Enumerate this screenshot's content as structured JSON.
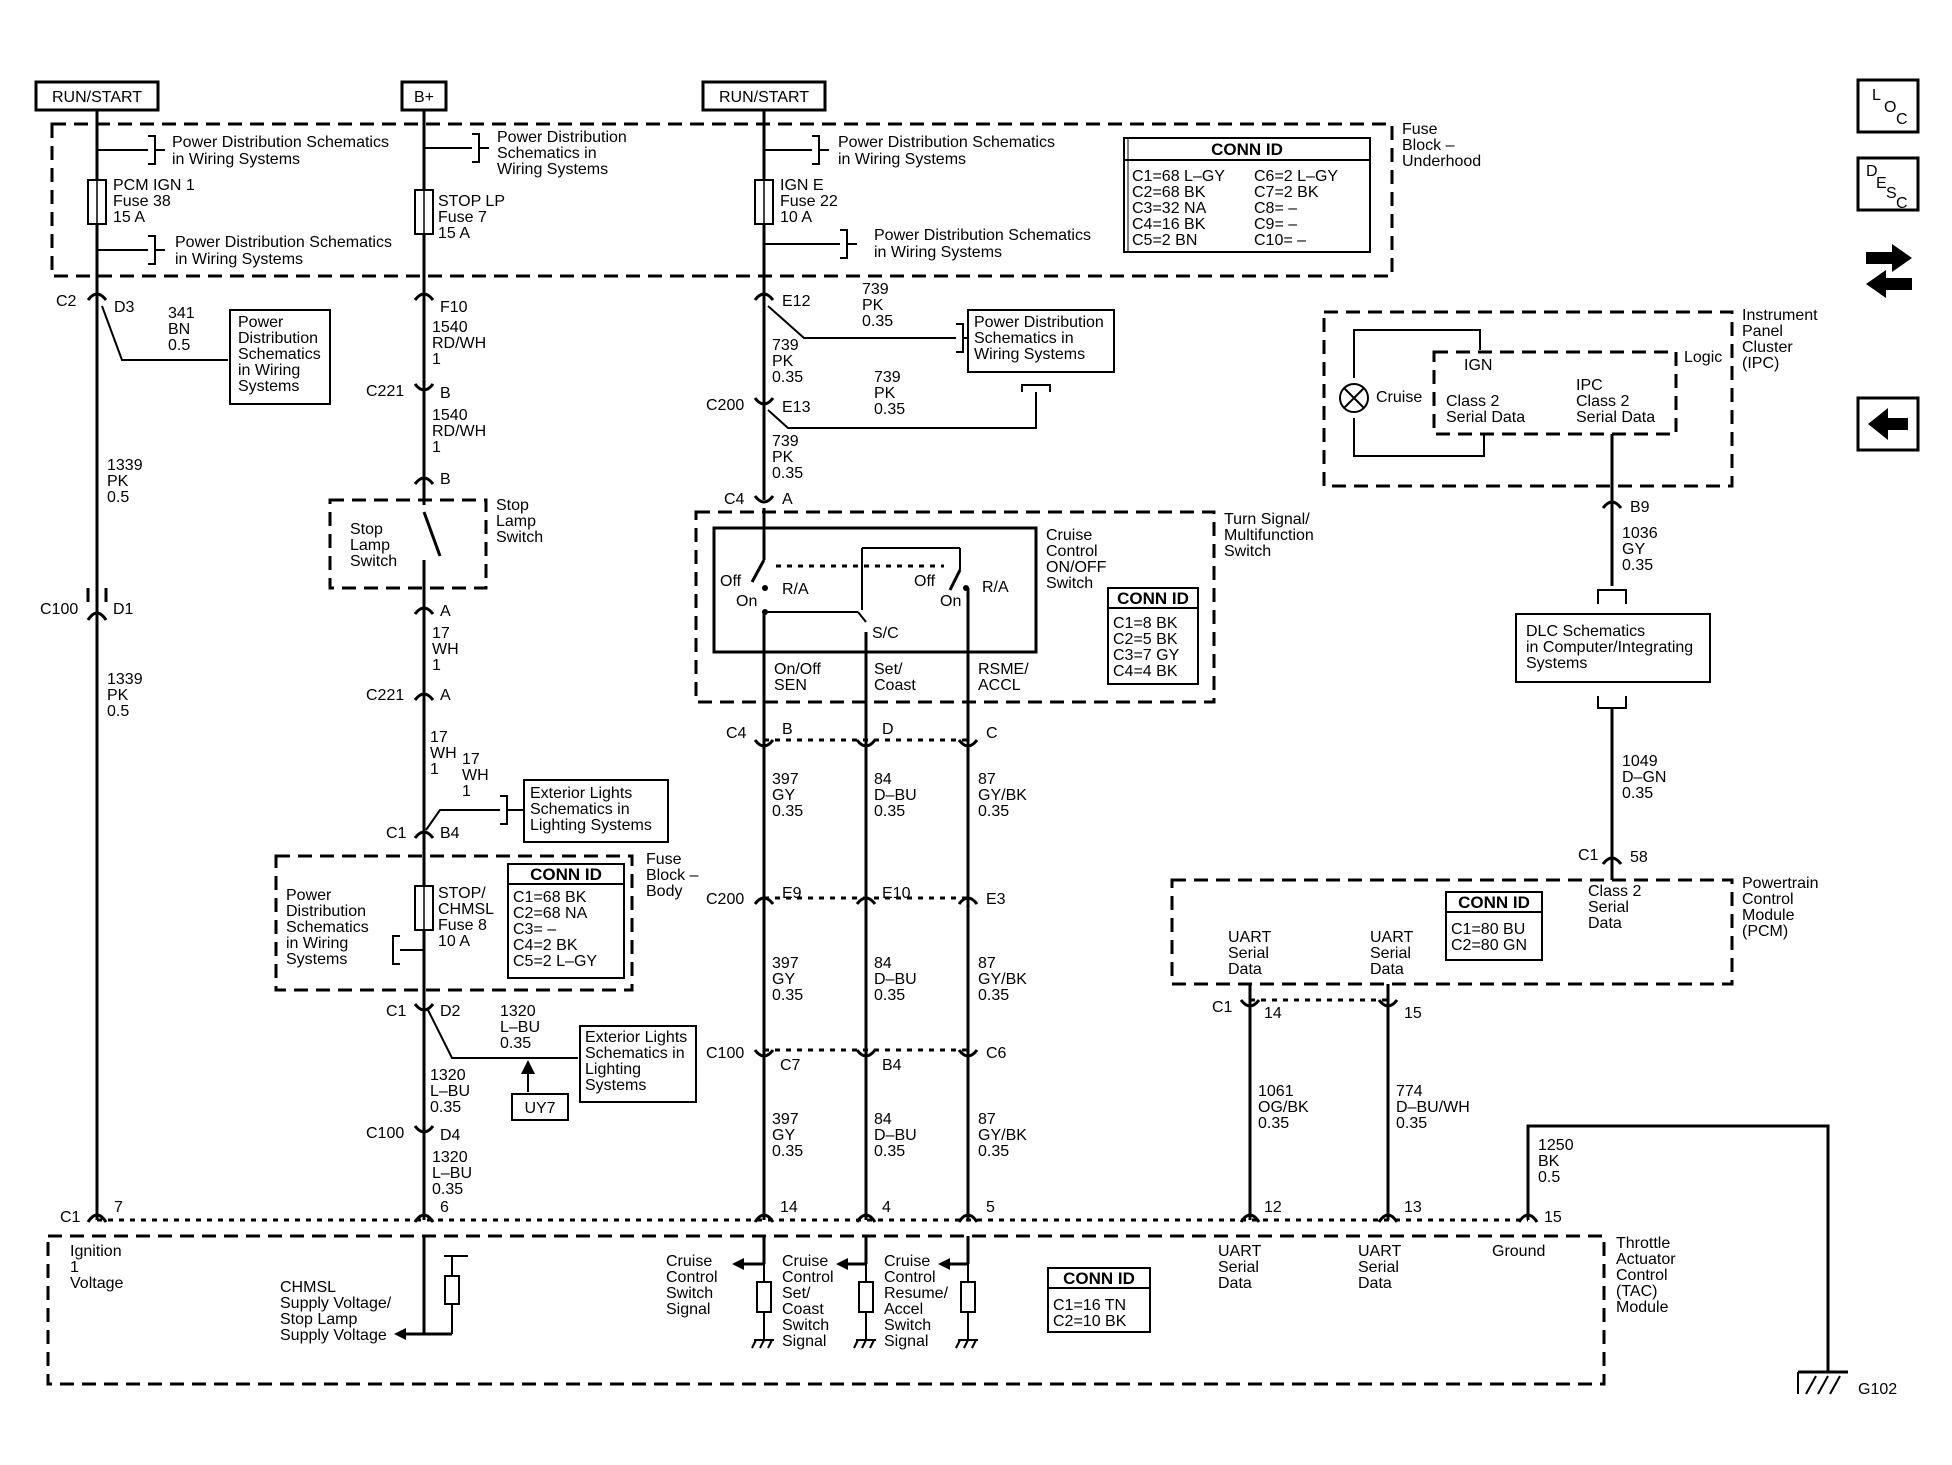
{
  "supplies": {
    "run_start_1": "RUN/START",
    "bplus": "B+",
    "run_start_2": "RUN/START"
  },
  "fuse_block_underhood": {
    "label": [
      "Fuse",
      "Block –",
      "Underhood"
    ],
    "conn_id": {
      "header": "CONN ID",
      "left": [
        "C1=68 L–GY",
        "C2=68 BK",
        "C3=32 NA",
        "C4=16 BK",
        "C5=2 BN"
      ],
      "right": [
        "C6=2 L–GY",
        "C7=2 BK",
        "C8= –",
        "C9= –",
        "C10= –"
      ]
    },
    "fuse_pcm": [
      "PCM IGN 1",
      "Fuse 38",
      "15 A"
    ],
    "fuse_stop": [
      "STOP LP",
      "Fuse 7",
      "15 A"
    ],
    "fuse_ign": [
      "IGN E",
      "Fuse 22",
      "10 A"
    ],
    "pds_a": [
      "Power Distribution Schematics",
      "in Wiring Systems"
    ],
    "pds_b": [
      "Power Distribution Schematics",
      "in Wiring Systems"
    ],
    "pds_c": [
      "Power Distribution",
      "Schematics in",
      "Wiring Systems"
    ],
    "pds_d": [
      "Power Distribution Schematics",
      "in Wiring Systems"
    ],
    "pds_e": [
      "Power Distribution Schematics",
      "in Wiring Systems"
    ]
  },
  "col1": {
    "c2": "C2",
    "d3": "D3",
    "w341": [
      "341",
      "BN",
      "0.5"
    ],
    "pds_box": [
      "Power",
      "Distribution",
      "Schematics",
      "in Wiring",
      "Systems"
    ],
    "w1339a": [
      "1339",
      "PK",
      "0.5"
    ],
    "c100": "C100",
    "d1": "D1",
    "w1339b": [
      "1339",
      "PK",
      "0.5"
    ],
    "c1": "C1",
    "pin7": "7"
  },
  "col2": {
    "f10": "F10",
    "w1540a": [
      "1540",
      "RD/WH",
      "1"
    ],
    "c221": "C221",
    "b": "B",
    "w1540b": [
      "1540",
      "RD/WH",
      "1"
    ],
    "b2": "B",
    "stop_switch_inner": [
      "Stop",
      "Lamp",
      "Switch"
    ],
    "stop_switch_outer": [
      "Stop",
      "Lamp",
      "Switch"
    ],
    "a": "A",
    "w17a": [
      "17",
      "WH",
      "1"
    ],
    "c221b": "C221",
    "a2": "A",
    "w17b": [
      "17",
      "WH",
      "1"
    ],
    "w17c": [
      "17",
      "WH",
      "1"
    ],
    "ext_lights_1": [
      "Exterior Lights",
      "Schematics in",
      "Lighting Systems"
    ],
    "c1": "C1",
    "b4": "B4",
    "fuse_block_body": [
      "Fuse",
      "Block –",
      "Body"
    ],
    "fuse_stop_chmsl": [
      "STOP/",
      "CHMSL",
      "Fuse 8",
      "10 A"
    ],
    "pds_body": [
      "Power",
      "Distribution",
      "Schematics",
      "in Wiring",
      "Systems"
    ],
    "conn_id": {
      "header": "CONN ID",
      "rows": [
        "C1=68 BK",
        "C2=68 NA",
        "C3= –",
        "C4=2 BK",
        "C5=2 L–GY"
      ]
    },
    "c1b": "C1",
    "d2": "D2",
    "w1320a": [
      "1320",
      "L–BU",
      "0.35"
    ],
    "ext_lights_2": [
      "Exterior Lights",
      "Schematics in",
      "Lighting",
      "Systems"
    ],
    "uy7": "UY7",
    "w1320b": [
      "1320",
      "L–BU",
      "0.35"
    ],
    "c100": "C100",
    "d4": "D4",
    "w1320c": [
      "1320",
      "L–BU",
      "0.35"
    ],
    "pin6": "6"
  },
  "col3": {
    "e12": "E12",
    "w739a": [
      "739",
      "PK",
      "0.35"
    ],
    "w739b": [
      "739",
      "PK",
      "0.35"
    ],
    "w739c": [
      "739",
      "PK",
      "0.35"
    ],
    "w739d": [
      "739",
      "PK",
      "0.35"
    ],
    "pds_box": [
      "Power Distribution",
      "Schematics in",
      "Wiring  Systems"
    ],
    "c200": "C200",
    "e13": "E13",
    "c4": "C4",
    "a": "A"
  },
  "turn_signal": {
    "label": [
      "Turn Signal/",
      "Multifunction",
      "Switch"
    ],
    "cruise_label": [
      "Cruise",
      "Control",
      "ON/OFF",
      "Switch"
    ],
    "off1": "Off",
    "ra1": "R/A",
    "on1": "On",
    "off2": "Off",
    "ra2": "R/A",
    "on2": "On",
    "sc": "S/C",
    "sen": [
      "On/Off",
      "SEN"
    ],
    "set": [
      "Set/",
      "Coast"
    ],
    "rsme": [
      "RSME/",
      "ACCL"
    ],
    "conn_id": {
      "header": "CONN ID",
      "rows": [
        "C1=8 BK",
        "C2=5 BK",
        "C3=7 GY",
        "C4=4 BK"
      ]
    }
  },
  "harness": {
    "c4": "C4",
    "pB": "B",
    "pD": "D",
    "pC": "C",
    "w397a": [
      "397",
      "GY",
      "0.35"
    ],
    "w84a": [
      "84",
      "D–BU",
      "0.35"
    ],
    "w87a": [
      "87",
      "GY/BK",
      "0.35"
    ],
    "c200": "C200",
    "e9": "E9",
    "e10": "E10",
    "e3": "E3",
    "w397b": [
      "397",
      "GY",
      "0.35"
    ],
    "w84b": [
      "84",
      "D–BU",
      "0.35"
    ],
    "w87b": [
      "87",
      "GY/BK",
      "0.35"
    ],
    "c100": "C100",
    "c7": "C7",
    "b4": "B4",
    "c6": "C6",
    "w397c": [
      "397",
      "GY",
      "0.35"
    ],
    "w84c": [
      "84",
      "D–BU",
      "0.35"
    ],
    "w87c": [
      "87",
      "GY/BK",
      "0.35"
    ],
    "p14": "14",
    "p4": "4",
    "p5": "5"
  },
  "ipc": {
    "label": [
      "Instrument",
      "Panel",
      "Cluster",
      "(IPC)"
    ],
    "logic": "Logic",
    "cruise": "Cruise",
    "ign": "IGN",
    "class2_left": [
      "Class 2",
      "Serial Data"
    ],
    "class2_right": [
      "IPC",
      "Class 2",
      "Serial Data"
    ],
    "b9": "B9",
    "w1036": [
      "1036",
      "GY",
      "0.35"
    ],
    "dlc": [
      "DLC Schematics",
      "in Computer/Integrating",
      "Systems"
    ],
    "w1049": [
      "1049",
      "D–GN",
      "0.35"
    ],
    "c1": "C1",
    "p58": "58"
  },
  "pcm": {
    "label": [
      "Powertrain",
      "Control",
      "Module",
      "(PCM)"
    ],
    "class2": [
      "Class 2",
      "Serial",
      "Data"
    ],
    "conn_id": {
      "header": "CONN ID",
      "rows": [
        "C1=80 BU",
        "C2=80 GN"
      ]
    },
    "uart1": [
      "UART",
      "Serial",
      "Data"
    ],
    "uart2": [
      "UART",
      "Serial",
      "Data"
    ],
    "c1": "C1",
    "p14": "14",
    "p15": "15",
    "w1061": [
      "1061",
      "OG/BK",
      "0.35"
    ],
    "w774": [
      "774",
      "D–BU/WH",
      "0.35"
    ]
  },
  "tac": {
    "label": [
      "Throttle",
      "Actuator",
      "Control",
      "(TAC)",
      "Module"
    ],
    "c1": "C1",
    "p12": "12",
    "p13": "13",
    "p15": "15",
    "ignition": [
      "Ignition",
      "1",
      "Voltage"
    ],
    "chmsl": [
      "CHMSL",
      "Supply Voltage/",
      "Stop Lamp",
      "Supply Voltage"
    ],
    "cruise_sig": [
      "Cruise",
      "Control",
      "Switch",
      "Signal"
    ],
    "cruise_set": [
      "Cruise",
      "Control",
      "Set/",
      "Coast",
      "Switch",
      "Signal"
    ],
    "cruise_res": [
      "Cruise",
      "Control",
      "Resume/",
      "Accel",
      "Switch",
      "Signal"
    ],
    "conn_id": {
      "header": "CONN ID",
      "rows": [
        "C1=16 TN",
        "C2=10 BK"
      ]
    },
    "uart1": [
      "UART",
      "Serial",
      "Data"
    ],
    "uart2": [
      "UART",
      "Serial",
      "Data"
    ],
    "ground": "Ground",
    "w1250": [
      "1250",
      "BK",
      "0.5"
    ],
    "g102": "G102"
  },
  "nav": {
    "loc": [
      "L",
      "O",
      "C"
    ],
    "desc": [
      "D",
      "E",
      "S",
      "C"
    ]
  }
}
